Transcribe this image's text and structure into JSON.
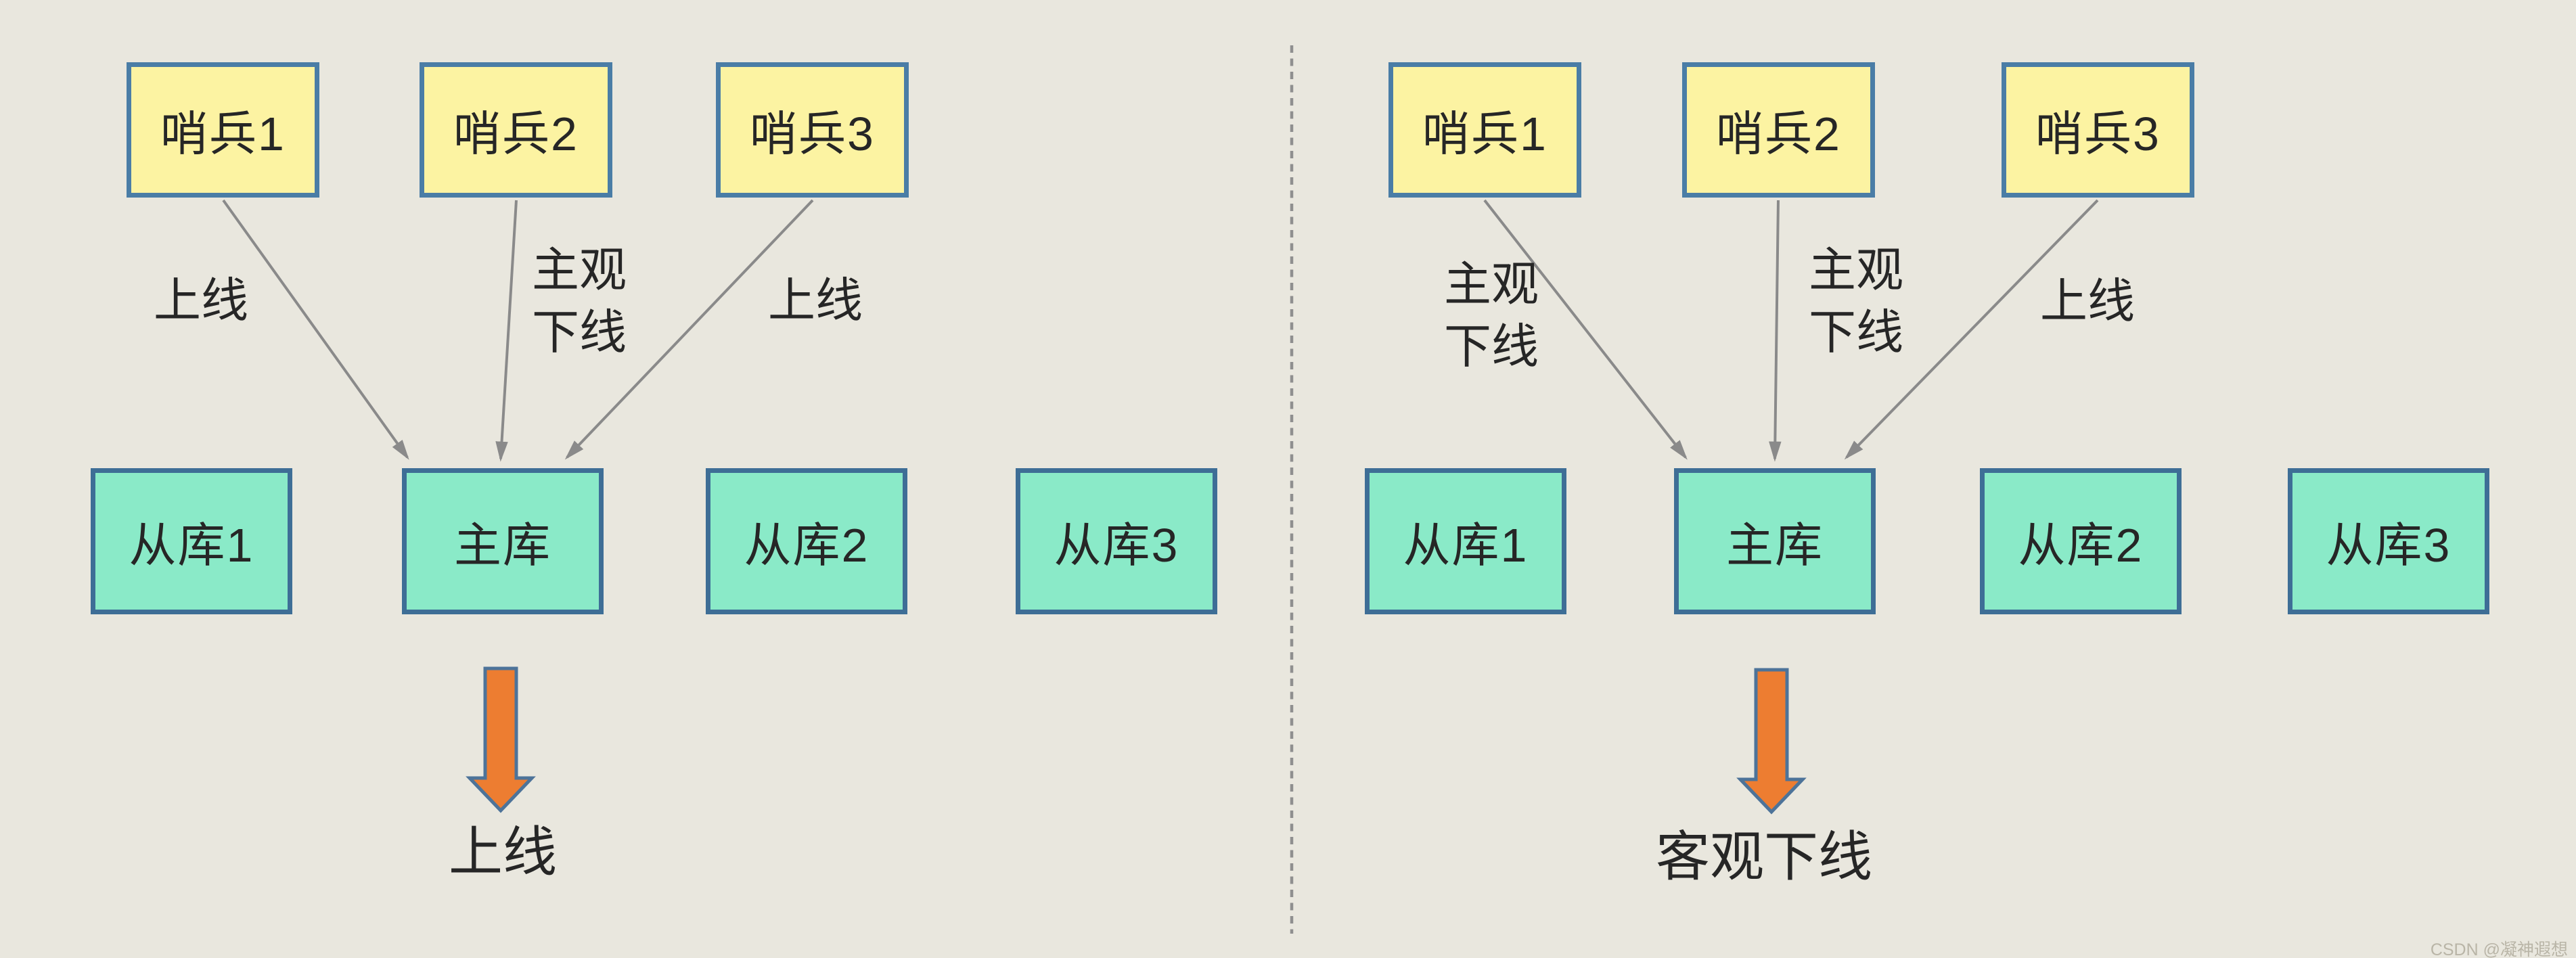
{
  "colors": {
    "background": "#e9e7de",
    "sentinel_fill": "#fcf3a2",
    "sentinel_border": "#4a7da6",
    "db_fill": "#8aeac8",
    "db_border": "#3e6e96",
    "block_arrow_fill": "#ed7d31",
    "block_arrow_border": "#4d7399",
    "edge_line": "#8a8a8a",
    "divider": "#8f8f8f",
    "text": "#262626",
    "watermark_text": "#b9b5a7"
  },
  "left": {
    "sentinels": [
      "哨兵1",
      "哨兵2",
      "哨兵3"
    ],
    "edge_labels": [
      [
        "上线"
      ],
      [
        "主观",
        "下线"
      ],
      [
        "上线"
      ]
    ],
    "databases": [
      "从库1",
      "主库",
      "从库2",
      "从库3"
    ],
    "result_label": "上线"
  },
  "right": {
    "sentinels": [
      "哨兵1",
      "哨兵2",
      "哨兵3"
    ],
    "edge_labels": [
      [
        "主观",
        "下线"
      ],
      [
        "主观",
        "下线"
      ],
      [
        "上线"
      ]
    ],
    "databases": [
      "从库1",
      "主库",
      "从库2",
      "从库3"
    ],
    "result_label": "客观下线"
  },
  "watermark": "CSDN @凝神遐想"
}
